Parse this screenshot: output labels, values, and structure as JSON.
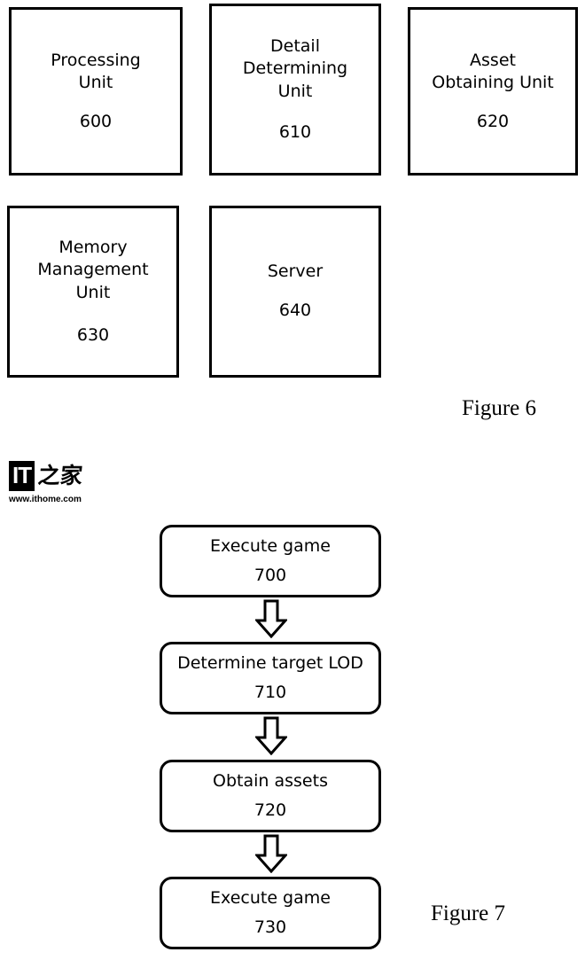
{
  "figure6": {
    "label": "Figure 6",
    "units": [
      {
        "name": "processing-unit",
        "title": "Processing\nUnit",
        "number": "600"
      },
      {
        "name": "detail-determining-unit",
        "title": "Detail\nDetermining\nUnit",
        "number": "610"
      },
      {
        "name": "asset-obtaining-unit",
        "title": "Asset\nObtaining Unit",
        "number": "620"
      },
      {
        "name": "memory-management-unit",
        "title": "Memory\nManagement\nUnit",
        "number": "630"
      },
      {
        "name": "server",
        "title": "Server",
        "number": "640"
      }
    ]
  },
  "figure7": {
    "label": "Figure 7",
    "steps": [
      {
        "name": "execute-game-start",
        "title": "Execute game",
        "number": "700"
      },
      {
        "name": "determine-target-lod",
        "title": "Determine target LOD",
        "number": "710"
      },
      {
        "name": "obtain-assets",
        "title": "Obtain assets",
        "number": "720"
      },
      {
        "name": "execute-game-end",
        "title": "Execute game",
        "number": "730"
      }
    ],
    "arrows": [
      "down-arrow-icon",
      "down-arrow-icon",
      "down-arrow-icon"
    ]
  },
  "watermark": {
    "logo_text": "IT",
    "logo_cn": "之家",
    "url": "www.ithome.com"
  }
}
